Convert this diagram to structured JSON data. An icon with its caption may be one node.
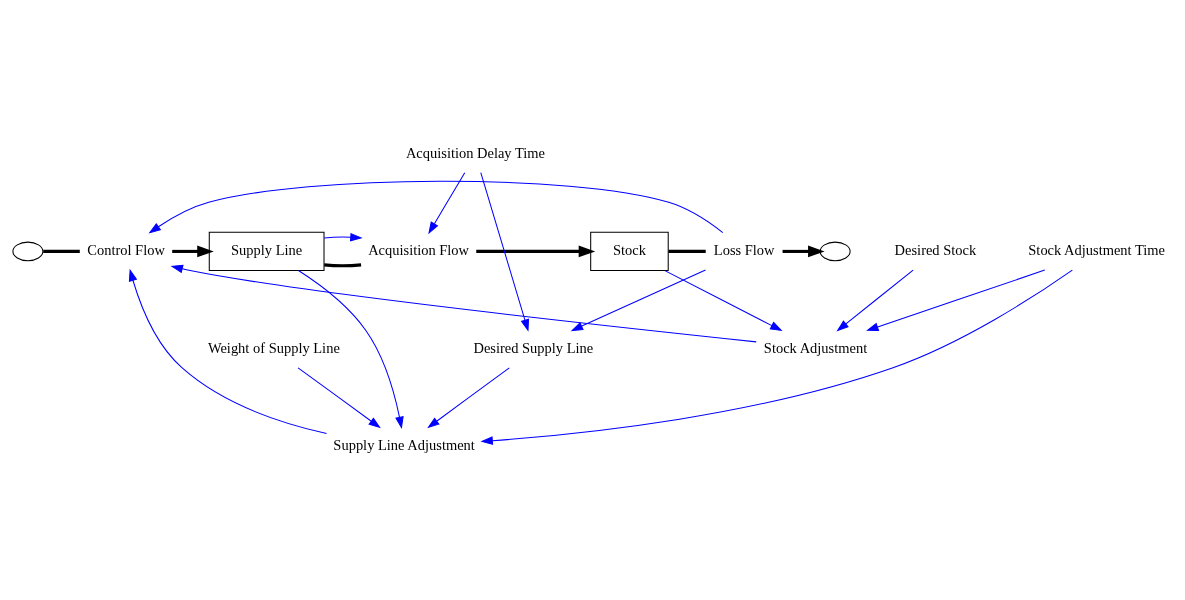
{
  "diagram": {
    "nodes": [
      {
        "text": [],
        "shape": "cloud"
      },
      {
        "text": [
          "Control Flow"
        ]
      },
      {
        "text": [
          "Supply Line"
        ]
      },
      {
        "text": [
          "Acquisition Flow"
        ]
      },
      {
        "text": [
          "Stock"
        ]
      },
      {
        "text": [
          "Loss Flow"
        ]
      },
      {
        "text": [],
        "shape": "cloud"
      },
      {
        "text": [
          "Acquisition Delay Time"
        ]
      },
      {
        "text": [
          "Desired Stock"
        ]
      },
      {
        "text": [
          "Stock Adjustment"
        ]
      },
      {
        "text": [
          "Supply Line Adjustment"
        ]
      },
      {
        "text": [
          "Desired Supply Line"
        ]
      },
      {
        "text": [
          "Stock Adjustment Time"
        ]
      },
      {
        "text": [
          "Weight of Supply Line"
        ]
      }
    ],
    "edges": [
      {
        "from": 0,
        "to": 1,
        "arrow": "none",
        "style": "thick",
        "color": "#000000"
      },
      {
        "from": 1,
        "to": 2,
        "arrow": "to",
        "style": "thick",
        "color": "#000000"
      },
      {
        "from": 2,
        "to": 3,
        "arrow": "none",
        "style": "thick",
        "color": "#000000"
      },
      {
        "from": 3,
        "to": 4,
        "arrow": "to",
        "style": "thick",
        "color": "#000000"
      },
      {
        "from": 4,
        "to": 5,
        "arrow": "none",
        "style": "thick",
        "color": "#000000"
      },
      {
        "from": 5,
        "to": 6,
        "arrow": "to",
        "style": "thick",
        "color": "#000000"
      },
      {
        "from": 5,
        "to": 1,
        "arrow": "to"
      },
      {
        "from": 2,
        "to": 3,
        "arrow": "to"
      },
      {
        "from": 7,
        "to": 3,
        "arrow": "to"
      },
      {
        "from": 9,
        "to": 1,
        "arrow": "to"
      },
      {
        "from": 10,
        "to": 1,
        "arrow": "to"
      },
      {
        "from": 2,
        "to": 10,
        "arrow": "to"
      },
      {
        "from": 4,
        "to": 9,
        "arrow": "to"
      },
      {
        "from": 5,
        "to": 11,
        "arrow": "to"
      },
      {
        "from": 8,
        "to": 9,
        "arrow": "to"
      },
      {
        "from": 7,
        "to": 11,
        "arrow": "to"
      },
      {
        "from": 11,
        "to": 10,
        "arrow": "to"
      },
      {
        "from": 12,
        "to": 9,
        "arrow": "to"
      },
      {
        "from": 12,
        "to": 10,
        "arrow": "to"
      },
      {
        "from": 13,
        "to": 10,
        "arrow": "to"
      }
    ]
  }
}
